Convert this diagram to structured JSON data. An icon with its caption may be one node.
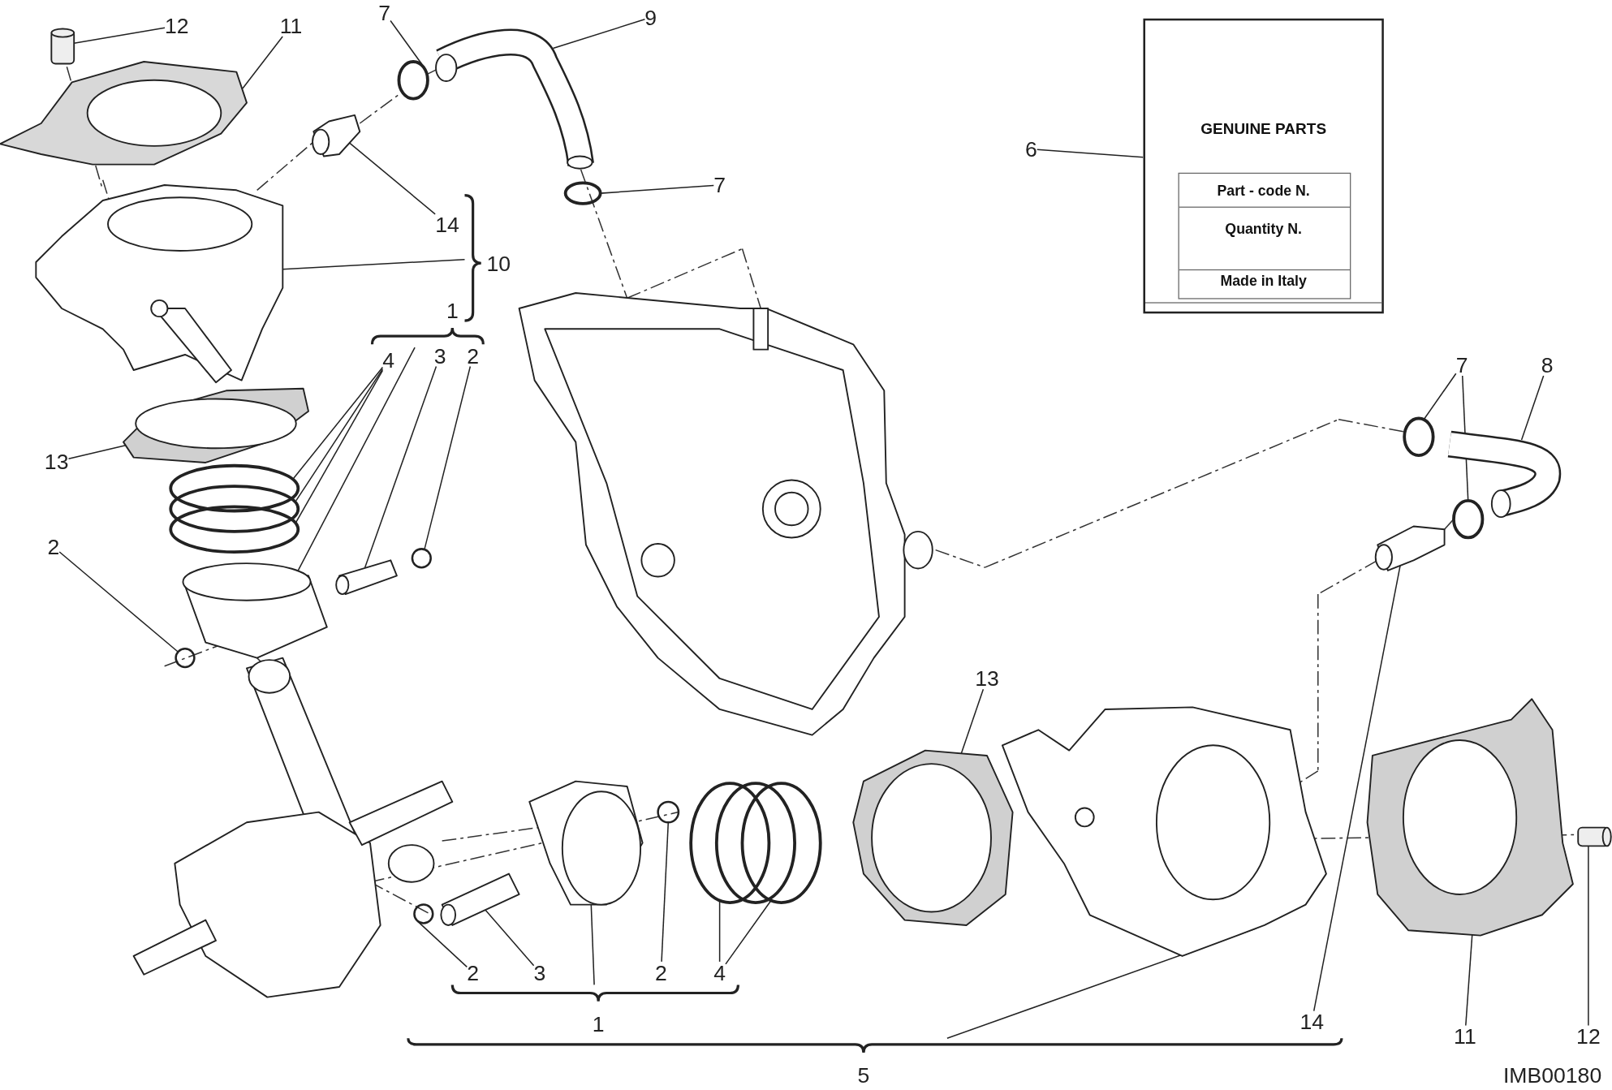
{
  "diagram": {
    "nodes": [
      {
        "text": [
          "12"
        ]
      },
      {
        "text": [
          "11"
        ]
      },
      {
        "text": [
          "7"
        ]
      },
      {
        "text": [
          "9"
        ]
      },
      {
        "text": [
          "GENUINE PARTS",
          "Part - code N.",
          "Quantity N.",
          "Made in Italy"
        ]
      },
      {
        "text": [
          "6"
        ]
      },
      {
        "text": [
          "7"
        ]
      },
      {
        "text": [
          "14"
        ]
      },
      {
        "text": [
          "10"
        ]
      },
      {
        "text": [
          "1"
        ]
      },
      {
        "text": [
          "4"
        ]
      },
      {
        "text": [
          "3"
        ]
      },
      {
        "text": [
          "2"
        ]
      },
      {
        "text": [
          "7"
        ]
      },
      {
        "text": [
          "8"
        ]
      },
      {
        "text": [
          "13"
        ]
      },
      {
        "text": [
          "2"
        ]
      },
      {
        "text": [
          "13"
        ]
      },
      {
        "text": [
          "2"
        ]
      },
      {
        "text": [
          "3"
        ]
      },
      {
        "text": [
          "2"
        ]
      },
      {
        "text": [
          "4"
        ]
      },
      {
        "text": [
          "1"
        ]
      },
      {
        "text": [
          "14"
        ]
      },
      {
        "text": [
          "11"
        ]
      },
      {
        "text": [
          "12"
        ]
      },
      {
        "text": [
          "5"
        ]
      },
      {
        "text": [],
        "shape": "cylinder"
      },
      {
        "text": [],
        "shape": "picture"
      },
      {
        "text": [],
        "shape": "circle"
      },
      {
        "text": [],
        "shape": "picture"
      },
      {
        "text": [],
        "shape": "circle"
      },
      {
        "text": [],
        "shape": "picture"
      },
      {
        "text": [],
        "shape": "picture"
      },
      {
        "text": [],
        "shape": "picture"
      },
      {
        "text": [],
        "shape": "circle"
      },
      {
        "text": [],
        "shape": "circle"
      },
      {
        "text": [],
        "shape": "circle"
      },
      {
        "text": [],
        "shape": "picture"
      },
      {
        "text": [],
        "shape": "circle"
      },
      {
        "text": [],
        "shape": "circle"
      },
      {
        "text": [],
        "shape": "circle"
      },
      {
        "text": [],
        "shape": "picture"
      },
      {
        "text": [],
        "shape": "picture"
      },
      {
        "text": [],
        "shape": "circle"
      },
      {
        "text": [],
        "shape": "picture"
      },
      {
        "text": [],
        "shape": "circle"
      },
      {
        "text": [],
        "shape": "picture"
      },
      {
        "text": [],
        "shape": "circle"
      },
      {
        "text": [],
        "shape": "circle"
      },
      {
        "text": [],
        "shape": "circle"
      },
      {
        "text": [],
        "shape": "picture"
      },
      {
        "text": [],
        "shape": "picture"
      },
      {
        "text": [],
        "shape": "picture"
      },
      {
        "text": [],
        "shape": "picture"
      },
      {
        "text": [],
        "shape": "cylinder"
      }
    ],
    "edges": [
      {
        "from": 0,
        "to": 27,
        "arrow": "none"
      },
      {
        "from": 1,
        "to": 28,
        "arrow": "none"
      },
      {
        "from": 2,
        "to": 29,
        "arrow": "none"
      },
      {
        "from": 3,
        "to": 30,
        "arrow": "none"
      },
      {
        "from": 5,
        "to": 4,
        "arrow": "none"
      },
      {
        "from": 6,
        "to": 31,
        "arrow": "none"
      },
      {
        "from": 7,
        "to": 32,
        "arrow": "none"
      },
      {
        "from": 8,
        "to": 33,
        "arrow": "none"
      },
      {
        "from": 9,
        "to": 34,
        "arrow": "none"
      },
      {
        "from": 10,
        "to": 35,
        "arrow": "none"
      },
      {
        "from": 10,
        "to": 36,
        "arrow": "none"
      },
      {
        "from": 10,
        "to": 37,
        "arrow": "none"
      },
      {
        "from": 11,
        "to": 38,
        "arrow": "none"
      },
      {
        "from": 12,
        "to": 39,
        "arrow": "none"
      },
      {
        "from": 13,
        "to": 40,
        "arrow": "none"
      },
      {
        "from": 13,
        "to": 41,
        "arrow": "none"
      },
      {
        "from": 14,
        "to": 42,
        "arrow": "none"
      },
      {
        "from": 15,
        "to": 43,
        "arrow": "none"
      },
      {
        "from": 16,
        "to": 44,
        "arrow": "none"
      },
      {
        "from": 17,
        "to": 45,
        "arrow": "none"
      },
      {
        "from": 18,
        "to": 46,
        "arrow": "none"
      },
      {
        "from": 19,
        "to": 47,
        "arrow": "none"
      },
      {
        "from": 20,
        "to": 48,
        "arrow": "none"
      },
      {
        "from": 21,
        "to": 49,
        "arrow": "none"
      },
      {
        "from": 21,
        "to": 50,
        "arrow": "none"
      },
      {
        "from": 22,
        "to": 51,
        "arrow": "none"
      },
      {
        "from": 23,
        "to": 52,
        "arrow": "none"
      },
      {
        "from": 24,
        "to": 54,
        "arrow": "none"
      },
      {
        "from": 25,
        "to": 55,
        "arrow": "none"
      },
      {
        "from": 26,
        "to": 53,
        "arrow": "none"
      }
    ],
    "labels": [
      "IMB00180"
    ]
  }
}
